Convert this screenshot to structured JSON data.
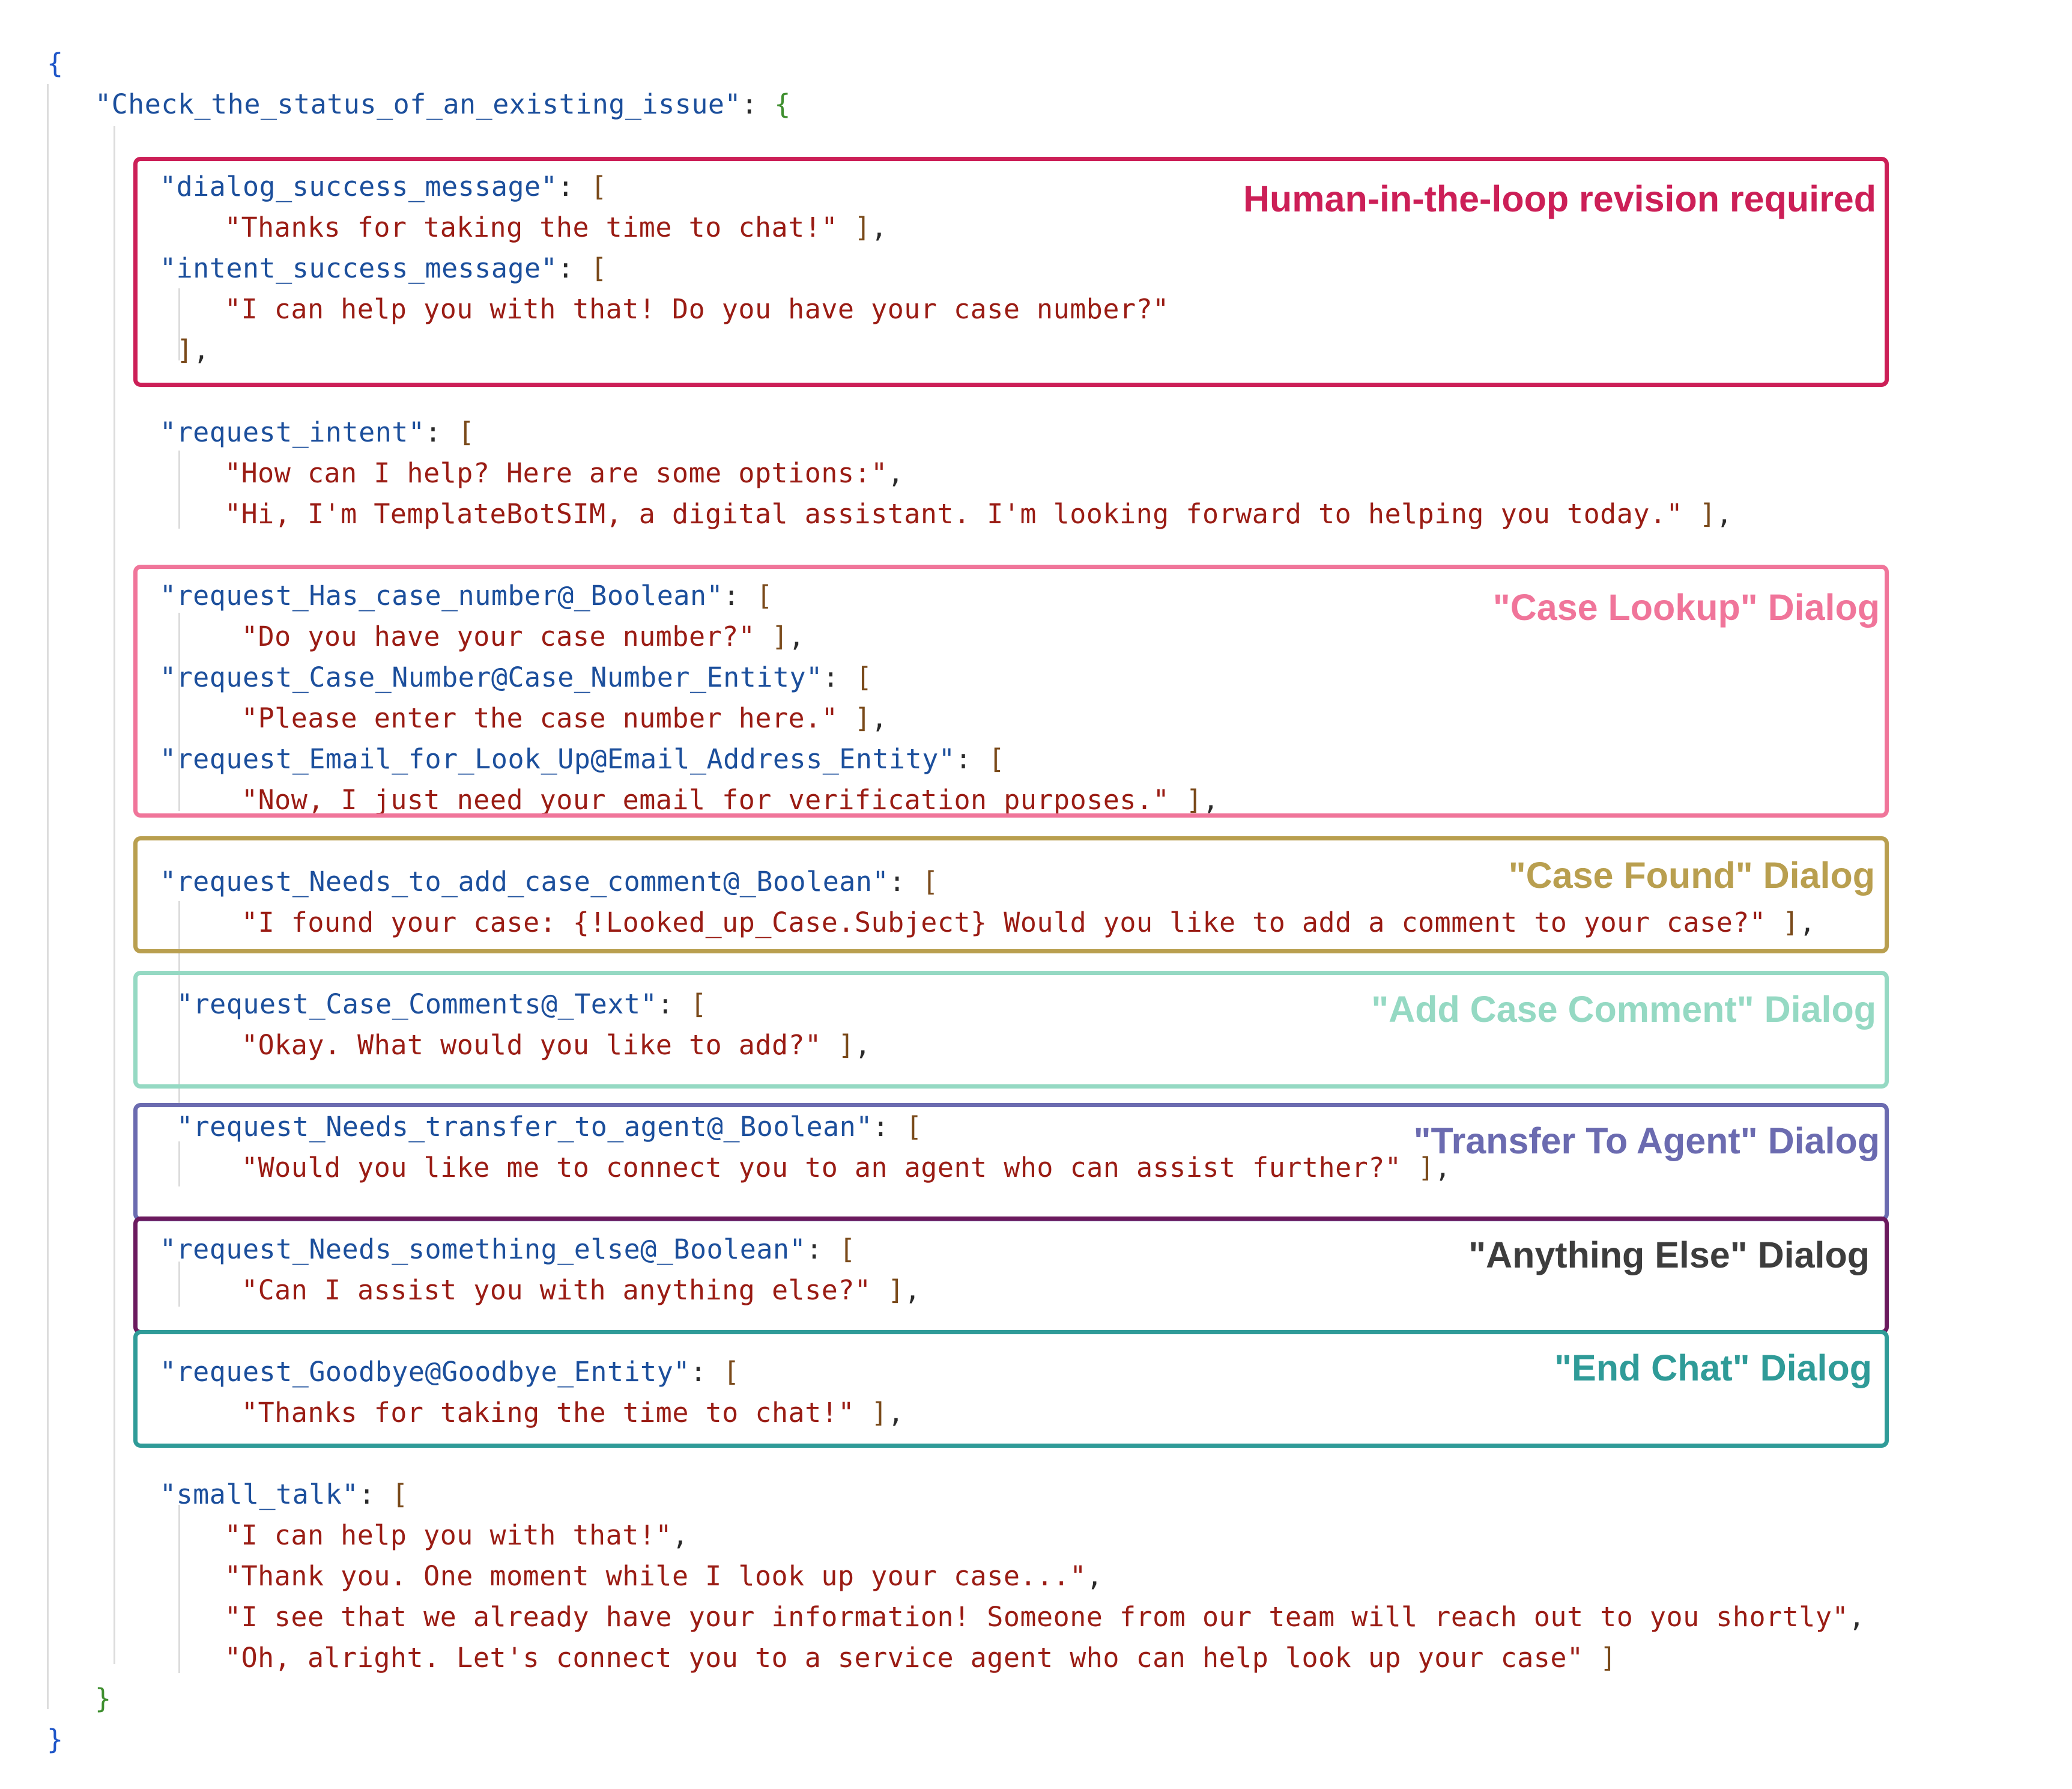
{
  "code": {
    "root_open": "{",
    "intent_key": "\"Check_the_status_of_an_existing_issue\"",
    "intent_open": "{",
    "intent_close": "}",
    "root_close": "}",
    "entries": [
      {
        "key": "\"dialog_success_message\"",
        "strings": [
          "\"Thanks for taking the time to chat!\""
        ]
      },
      {
        "key": "\"intent_success_message\"",
        "strings": [
          "\"I can help you with that! Do you have your case number?\""
        ]
      },
      {
        "key": "\"request_intent\"",
        "strings": [
          "\"How can I help? Here are some options:\"",
          "\"Hi, I'm TemplateBotSIM, a digital assistant. I'm looking forward to helping you today.\""
        ]
      },
      {
        "key": "\"request_Has_case_number@_Boolean\"",
        "strings": [
          "\"Do you have your case number?\""
        ]
      },
      {
        "key": "\"request_Case_Number@Case_Number_Entity\"",
        "strings": [
          "\"Please enter the case number here.\""
        ]
      },
      {
        "key": "\"request_Email_for_Look_Up@Email_Address_Entity\"",
        "strings": [
          "\"Now, I just need your email for verification purposes.\""
        ]
      },
      {
        "key": "\"request_Needs_to_add_case_comment@_Boolean\"",
        "strings": [
          "\"I found your case: {!Looked_up_Case.Subject} Would you like to add a comment to your case?\""
        ]
      },
      {
        "key": "\"request_Case_Comments@_Text\"",
        "strings": [
          "\"Okay. What would you like to add?\""
        ]
      },
      {
        "key": "\"request_Needs_transfer_to_agent@_Boolean\"",
        "strings": [
          "\"Would you like me to connect you to an agent who can assist further?\""
        ]
      },
      {
        "key": "\"request_Needs_something_else@_Boolean\"",
        "strings": [
          "\"Can I assist you with anything else?\""
        ]
      },
      {
        "key": "\"request_Goodbye@Goodbye_Entity\"",
        "strings": [
          "\"Thanks for taking the time to chat!\""
        ]
      },
      {
        "key": "\"small_talk\"",
        "strings": [
          "\"I can help you with that!\"",
          "\"Thank you. One moment while I look up your case...\"",
          "\"I see that we already have your information! Someone from our team will reach out to you shortly\"",
          "\"Oh, alright. Let's connect you to a service agent who can help look up your case\""
        ]
      }
    ]
  },
  "annotations": [
    {
      "label": "Human-in-the-loop revision required",
      "color": "#cc1f57"
    },
    {
      "label": "\"Case Lookup\" Dialog",
      "color": "#f0759a"
    },
    {
      "label": "\"Case Found\" Dialog",
      "color": "#b99f4f"
    },
    {
      "label": "\"Add Case Comment\" Dialog",
      "color": "#95d9c3"
    },
    {
      "label": "\"Transfer To Agent\" Dialog",
      "color": "#6b6bb0"
    },
    {
      "label": "\"Anything Else\" Dialog",
      "color": "#6b1a5e",
      "label_color": "#3d3d3d"
    },
    {
      "label": "\"End Chat\" Dialog",
      "color": "#2f9b98"
    }
  ]
}
